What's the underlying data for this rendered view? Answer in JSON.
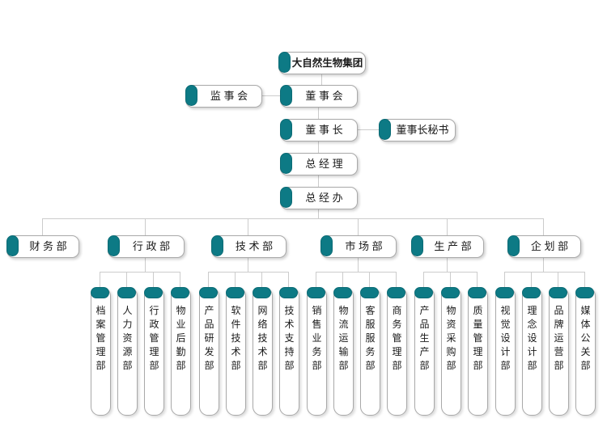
{
  "org": {
    "colors": {
      "accent": "#0d7a85",
      "line": "#cccccc",
      "border": "#a9a9a9"
    },
    "root": "大自然生物集团",
    "supervisory_board": "监 事 会",
    "board": "董 事 会",
    "chairman": "董 事 长",
    "chairman_secretary": "董事长秘书",
    "general_manager": "总 经 理",
    "gm_office": "总 经 办",
    "departments": [
      {
        "label": "财 务 部",
        "children": []
      },
      {
        "label": "行 政 部",
        "children": [
          "档案管理部",
          "人力资源部",
          "行政管理部",
          "物业后勤部"
        ]
      },
      {
        "label": "技 术 部",
        "children": [
          "产品研发部",
          "软件技术部",
          "网络技术部",
          "技术支持部"
        ]
      },
      {
        "label": "市 场 部",
        "children": [
          "销售业务部",
          "物流运输部",
          "客服服务部",
          "商务管理部"
        ]
      },
      {
        "label": "生 产 部",
        "children": [
          "产品生产部",
          "物资采购部",
          "质量管理部"
        ]
      },
      {
        "label": "企 划 部",
        "children": [
          "视觉设计部",
          "理念设计部",
          "品牌运营部",
          "媒体公关部"
        ]
      }
    ]
  }
}
